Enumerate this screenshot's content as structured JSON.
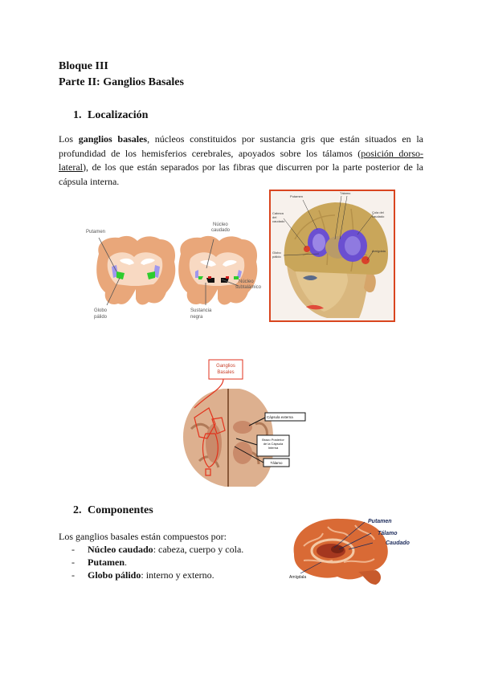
{
  "document": {
    "block_title": "Bloque III",
    "part_title": "Parte II: Ganglios Basales",
    "sections": [
      {
        "number": "1.",
        "title": "Localización",
        "paragraph": {
          "t1": "Los ",
          "b1": "ganglios basales",
          "t2": ", núcleos constituidos por sustancia gris que están situados en la profundidad de los hemisferios cerebrales, apoyados sobre los tálamos (",
          "u1": "posición dorso-lateral",
          "t3": "), de los que están separados por las fibras que discurren por la parte posterior de la cápsula interna."
        }
      },
      {
        "number": "2.",
        "title": "Componentes",
        "intro": "Los ganglios basales están compuestos por:",
        "items": [
          {
            "dash": "-",
            "term": "Núcleo caudado",
            "rest": ": cabeza, cuerpo y cola."
          },
          {
            "dash": "-",
            "term": "Putamen",
            "rest": "."
          },
          {
            "dash": "-",
            "term": "Globo pálido",
            "rest": ": interno y externo."
          }
        ]
      }
    ]
  },
  "figures": {
    "coronal": {
      "labels": {
        "putamen": "Putamen",
        "nucleo_caudado_1": "Núcleo",
        "nucleo_caudado_2": "caudado",
        "globo_1": "Globo",
        "globo_2": "pálido",
        "sustancia_1": "Sustancia",
        "sustancia_2": "negra",
        "subtal_1": "Núcleo",
        "subtal_2": "subtalámico"
      },
      "colors": {
        "tissue": "#e9a77a",
        "white_matter": "#f8d9c2",
        "putamen": "#9f97ee",
        "globo": "#2ecc2e",
        "sn": "#d11b1b"
      }
    },
    "head": {
      "labels": {
        "tronco": "Tálamo",
        "putamen": "Putamen",
        "cabeza_1": "Cabeza",
        "cabeza_2": "del",
        "cabeza_3": "caudado",
        "cola_1": "Cola del",
        "cola_2": "caudado",
        "globo_1": "Globo",
        "globo_2": "pálido",
        "amigdala": "Amígdala"
      },
      "colors": {
        "frame": "#d9451f",
        "skin": "#e0c38f",
        "brain": "#c9a65a",
        "nuclei": "#6b4fd1"
      }
    },
    "axial": {
      "labels": {
        "ganglios_1": "Ganglios",
        "ganglios_2": "Basales",
        "capsula_externa": "Cápsula externa",
        "brazo_1": "Brazo Posterior",
        "brazo_2": "de la Cápsula",
        "brazo_3": "Interna",
        "talamo": "Tálamo"
      },
      "colors": {
        "outline": "#e2321c",
        "tissue": "#ddb08f"
      }
    },
    "sagittal": {
      "labels": {
        "putamen": "Putamen",
        "talamo": "Tálamo",
        "caudado": "Caudado",
        "amigdala": "Amígdala"
      },
      "colors": {
        "cortex": "#d96a35",
        "deep": "#a5371f",
        "text": "#1b2a5a"
      }
    }
  }
}
